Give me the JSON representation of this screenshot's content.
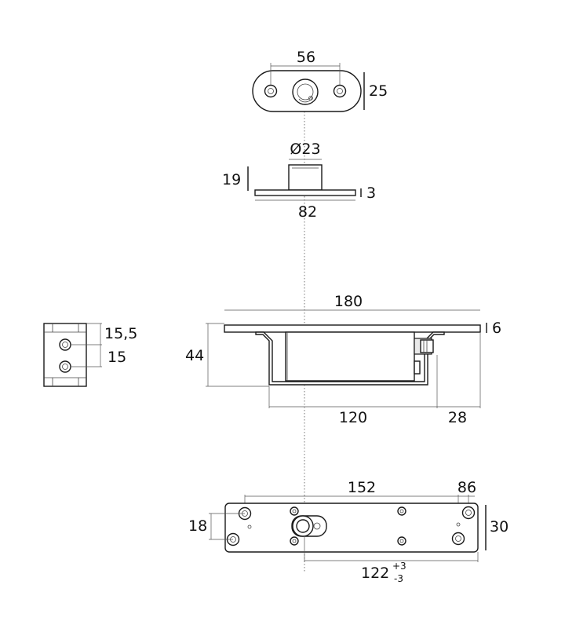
{
  "dimensions": {
    "top_plate_width": "56",
    "top_plate_height": "25",
    "collar_diameter": "Ø23",
    "keeper_height": "19",
    "keeper_plate_thickness": "3",
    "keeper_length": "82",
    "case_length": "180",
    "case_flange_thickness": "6",
    "case_depth": "44",
    "case_body_length": "120",
    "case_offset": "28",
    "side_upper": "15,5",
    "side_lower": "15",
    "bottom_hole_spacing": "152",
    "bottom_end_offset": "86",
    "bottom_width": "30",
    "bottom_hole_offset": "18",
    "bottom_center_distance": "122",
    "tolerance_upper": "+3",
    "tolerance_lower": "-3"
  }
}
